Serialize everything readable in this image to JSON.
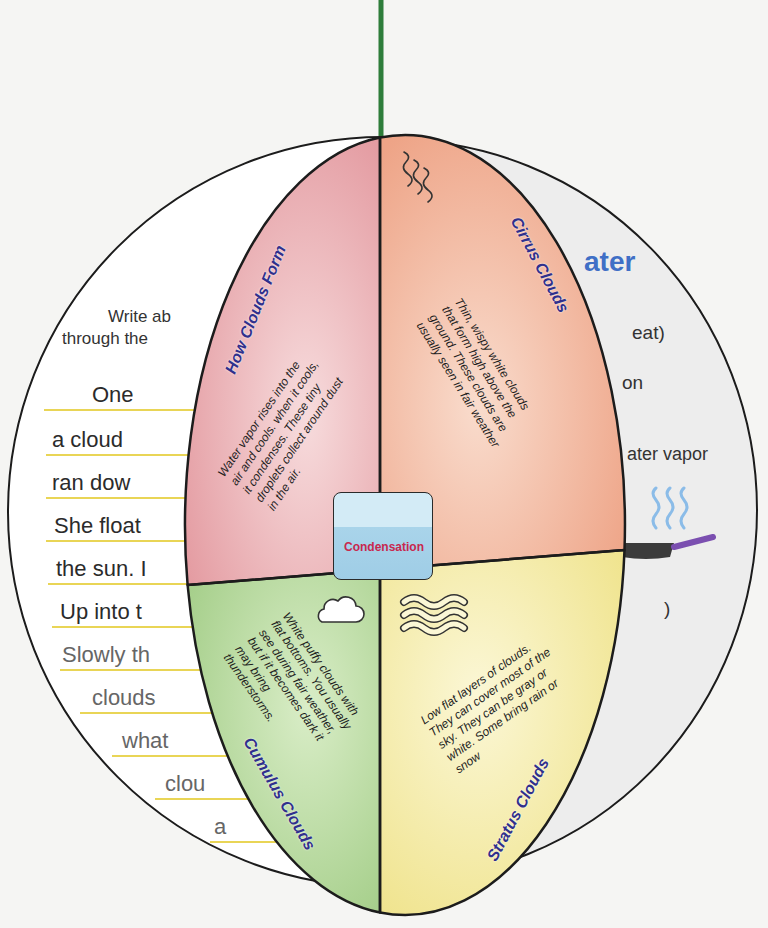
{
  "diagram": {
    "nodes": [
      {
        "text": [
          "Write ab through the",
          "One",
          "a cloud",
          "ran dow",
          "She float",
          "the sun. I",
          "Up into t",
          "Slowly th",
          "clouds",
          "what",
          "clou",
          "a"
        ]
      },
      {
        "text": [
          "How Clouds Form",
          "Water vapor rises into the air and cools. when it cools, it condenses. These tiny droplets collect around dust in the air."
        ]
      },
      {
        "text": [
          "Cirrus Clouds",
          "Thin, wispy white clouds that form high above the ground. These clouds are usually seen in fair weather"
        ]
      },
      {
        "text": [
          "Condensation"
        ]
      },
      {
        "text": [
          "Cumulus Clouds",
          "White puffy clouds with flat bottoms. You usually see during fair weather, but if it becomes dark it may bring thunderstorms."
        ]
      },
      {
        "text": [
          "Stratus Clouds",
          "Low flat layers of clouds. They can cover most of the sky. They can be gray or white. Some bring rain or snow"
        ]
      },
      {
        "text": [
          "ater",
          "eat)",
          "on",
          "ater vapor",
          ")"
        ]
      }
    ]
  }
}
